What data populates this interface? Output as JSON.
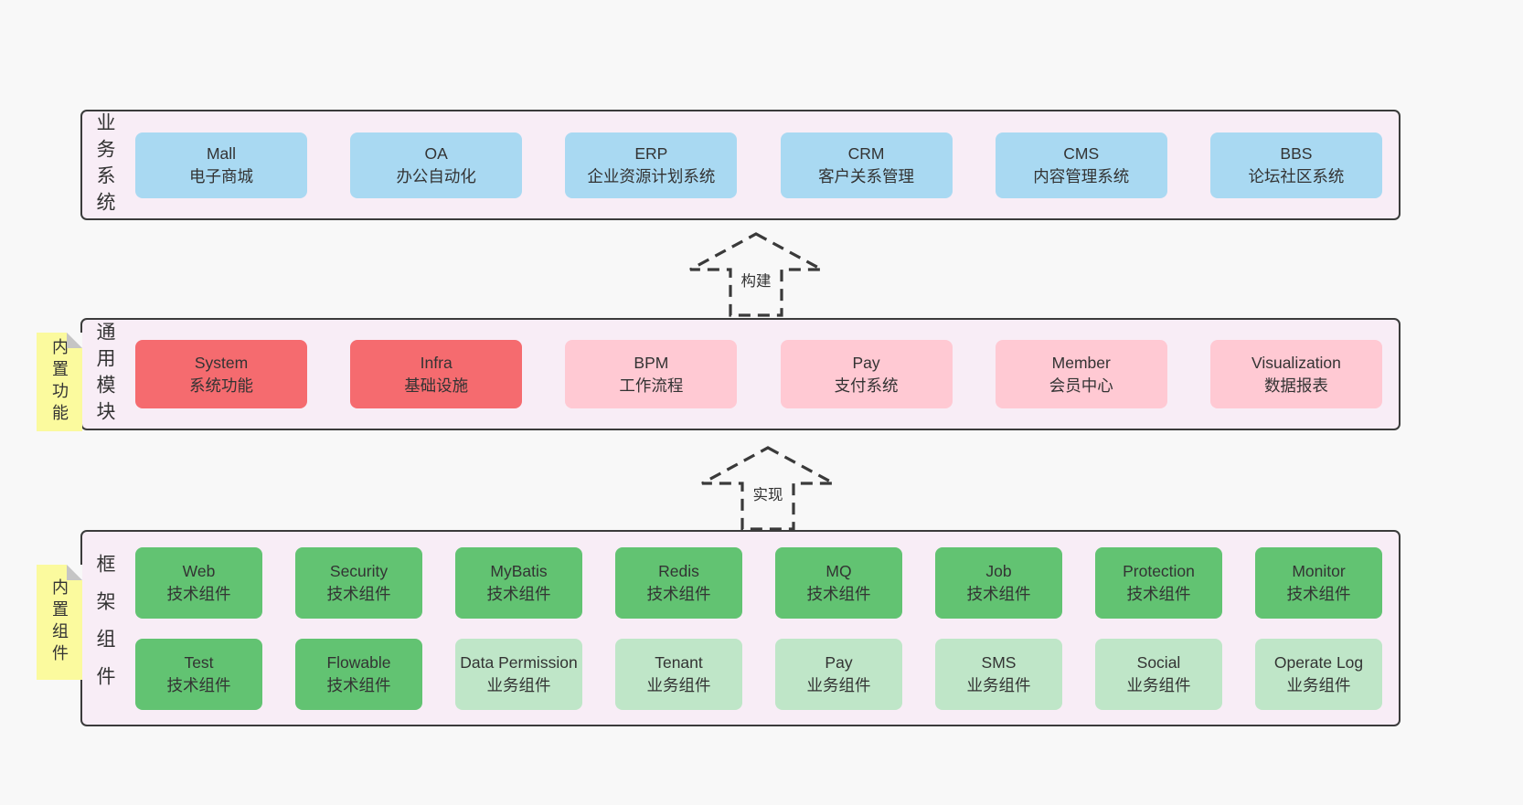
{
  "colors": {
    "page_bg": "#f8f8f8",
    "band_bg": "#f8edf6",
    "band_border": "#3b3b3b",
    "blue_box": "#a9d9f2",
    "red_box": "#f56b6f",
    "pink_box": "#ffc9d3",
    "green_box": "#62c372",
    "light_green_box": "#bfe6c8",
    "sticky_bg": "#fbfa9e",
    "text": "#333333"
  },
  "arrows": [
    {
      "label": "构建"
    },
    {
      "label": "实现"
    }
  ],
  "bands": {
    "business": {
      "label": "业务系统",
      "boxes": [
        {
          "name": "Mall",
          "desc": "电子商城"
        },
        {
          "name": "OA",
          "desc": "办公自动化"
        },
        {
          "name": "ERP",
          "desc": "企业资源计划系统"
        },
        {
          "name": "CRM",
          "desc": "客户关系管理"
        },
        {
          "name": "CMS",
          "desc": "内容管理系统"
        },
        {
          "name": "BBS",
          "desc": "论坛社区系统"
        }
      ]
    },
    "modules": {
      "label": "通用模块",
      "sticky": "内置功能",
      "boxes": [
        {
          "name": "System",
          "desc": "系统功能",
          "variant": "red"
        },
        {
          "name": "Infra",
          "desc": "基础设施",
          "variant": "red"
        },
        {
          "name": "BPM",
          "desc": "工作流程",
          "variant": "pink"
        },
        {
          "name": "Pay",
          "desc": "支付系统",
          "variant": "pink"
        },
        {
          "name": "Member",
          "desc": "会员中心",
          "variant": "pink"
        },
        {
          "name": "Visualization",
          "desc": "数据报表",
          "variant": "pink"
        }
      ]
    },
    "components": {
      "label": "框架组件",
      "sticky": "内置组件",
      "row1": [
        {
          "name": "Web",
          "desc": "技术组件",
          "variant": "green"
        },
        {
          "name": "Security",
          "desc": "技术组件",
          "variant": "green"
        },
        {
          "name": "MyBatis",
          "desc": "技术组件",
          "variant": "green"
        },
        {
          "name": "Redis",
          "desc": "技术组件",
          "variant": "green"
        },
        {
          "name": "MQ",
          "desc": "技术组件",
          "variant": "green"
        },
        {
          "name": "Job",
          "desc": "技术组件",
          "variant": "green"
        },
        {
          "name": "Protection",
          "desc": "技术组件",
          "variant": "green"
        },
        {
          "name": "Monitor",
          "desc": "技术组件",
          "variant": "green"
        }
      ],
      "row2": [
        {
          "name": "Test",
          "desc": "技术组件",
          "variant": "green"
        },
        {
          "name": "Flowable",
          "desc": "技术组件",
          "variant": "green"
        },
        {
          "name": "Data Permission",
          "desc": "业务组件",
          "variant": "light"
        },
        {
          "name": "Tenant",
          "desc": "业务组件",
          "variant": "light"
        },
        {
          "name": "Pay",
          "desc": "业务组件",
          "variant": "light"
        },
        {
          "name": "SMS",
          "desc": "业务组件",
          "variant": "light"
        },
        {
          "name": "Social",
          "desc": "业务组件",
          "variant": "light"
        },
        {
          "name": "Operate Log",
          "desc": "业务组件",
          "variant": "light"
        }
      ]
    }
  }
}
